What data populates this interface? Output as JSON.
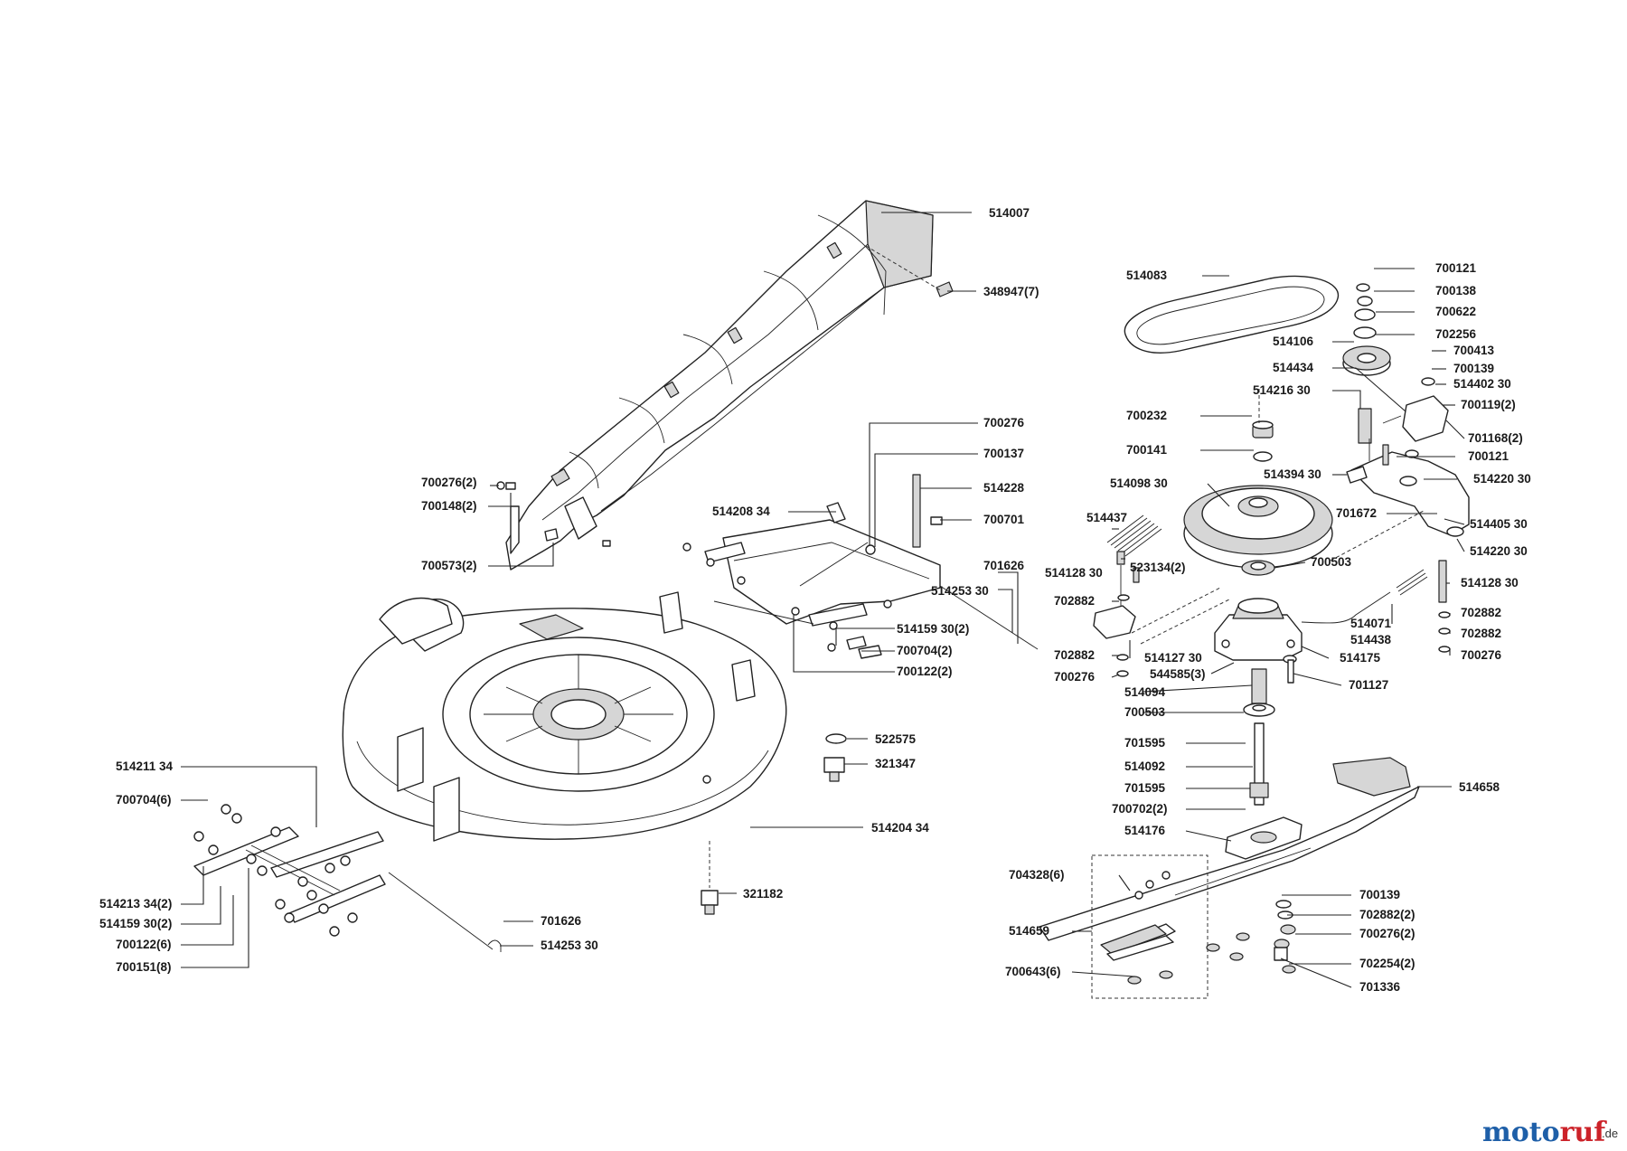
{
  "brand": {
    "name_part1": "moto",
    "name_part2": "ruf",
    "suffix": ".de",
    "colors": {
      "blue": "#1e5fa8",
      "red": "#cc2229"
    }
  },
  "labels": {
    "p514007": "514007",
    "p348947_7": "348947(7)",
    "p700276_2a": "700276(2)",
    "p700148_2": "700148(2)",
    "p700573_2": "700573(2)",
    "p700276a": "700276",
    "p700137": "700137",
    "p514228": "514228",
    "p700701": "700701",
    "p514208_34": "514208 34",
    "p701626a": "701626",
    "p514253_30a": "514253 30",
    "p514159_30_2a": "514159 30(2)",
    "p700704_2": "700704(2)",
    "p700122_2": "700122(2)",
    "p522575": "522575",
    "p321347": "321347",
    "p514204_34": "514204 34",
    "p321182": "321182",
    "p514211_34": "514211 34",
    "p700704_6": "700704(6)",
    "p514213_34_2": "514213 34(2)",
    "p514159_30_2b": "514159 30(2)",
    "p700122_6": "700122(6)",
    "p700151_8": "700151(8)",
    "p701626b": "701626",
    "p514253_30b": "514253 30",
    "p514083": "514083",
    "p700121a": "700121",
    "p700138": "700138",
    "p700622": "700622",
    "p514106": "514106",
    "p702256": "702256",
    "p700413": "700413",
    "p514434": "514434",
    "p700139a": "700139",
    "p514216_30": "514216 30",
    "p514402_30": "514402 30",
    "p700119_2": "700119(2)",
    "p700232": "700232",
    "p701168_2": "701168(2)",
    "p700141": "700141",
    "p700121b": "700121",
    "p514394_30": "514394 30",
    "p514220_30a": "514220 30",
    "p514098_30": "514098 30",
    "p701672": "701672",
    "p514437": "514437",
    "p514405_30": "514405 30",
    "p514220_30b": "514220 30",
    "p514128_30a": "514128 30",
    "p523134_2": "523134(2)",
    "p700503a": "700503",
    "p514128_30b": "514128 30",
    "p702882a": "702882",
    "p514071": "514071",
    "p514438": "514438",
    "p702882b": "702882",
    "p702882c": "702882",
    "p514127_30": "514127 30",
    "p514175": "514175",
    "p700276b": "700276",
    "p702882d": "702882",
    "p544585_3": "544585(3)",
    "p700276c": "700276",
    "p514094": "514094",
    "p701127": "701127",
    "p700503b": "700503",
    "p701595a": "701595",
    "p514092": "514092",
    "p514658": "514658",
    "p701595b": "701595",
    "p700702_2": "700702(2)",
    "p514176": "514176",
    "p704328_6": "704328(6)",
    "p700139b": "700139",
    "p702882_2": "702882(2)",
    "p514659": "514659",
    "p700276_2b": "700276(2)",
    "p702254_2": "702254(2)",
    "p700643_6": "700643(6)",
    "p701336": "701336"
  }
}
